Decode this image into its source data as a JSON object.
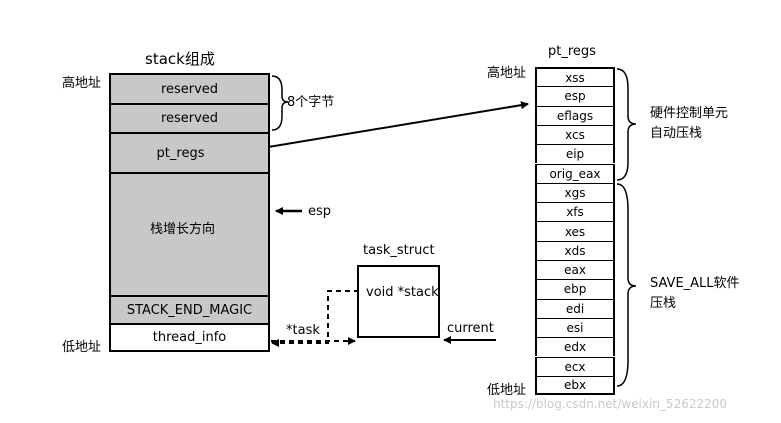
{
  "stack": {
    "title": "stack组成",
    "high_addr": "高地址",
    "low_addr": "低地址",
    "cells": [
      {
        "label": "reserved"
      },
      {
        "label": "reserved"
      },
      {
        "label": "pt_regs"
      },
      {
        "label": "栈增长方向"
      },
      {
        "label": "STACK_END_MAGIC"
      },
      {
        "label": "thread_info"
      }
    ],
    "reserved_note": "8个字节",
    "esp_label": "esp"
  },
  "task_struct": {
    "title": "task_struct",
    "field": "void *stack",
    "ptr_label": "*task",
    "current_label": "current"
  },
  "pt_regs": {
    "title": "pt_regs",
    "high_addr": "高地址",
    "low_addr": "低地址",
    "regs": [
      "xss",
      "esp",
      "eflags",
      "xcs",
      "eip",
      "orig_eax",
      "xgs",
      "xfs",
      "xes",
      "xds",
      "eax",
      "ebp",
      "edi",
      "esi",
      "edx",
      "ecx",
      "ebx"
    ],
    "hw_group_line1": "硬件控制单元",
    "hw_group_line2": "自动压栈",
    "save_group_line1": "SAVE_ALL软件",
    "save_group_line2": "压栈"
  },
  "watermark": "https://blog.csdn.net/weixin_52622200"
}
